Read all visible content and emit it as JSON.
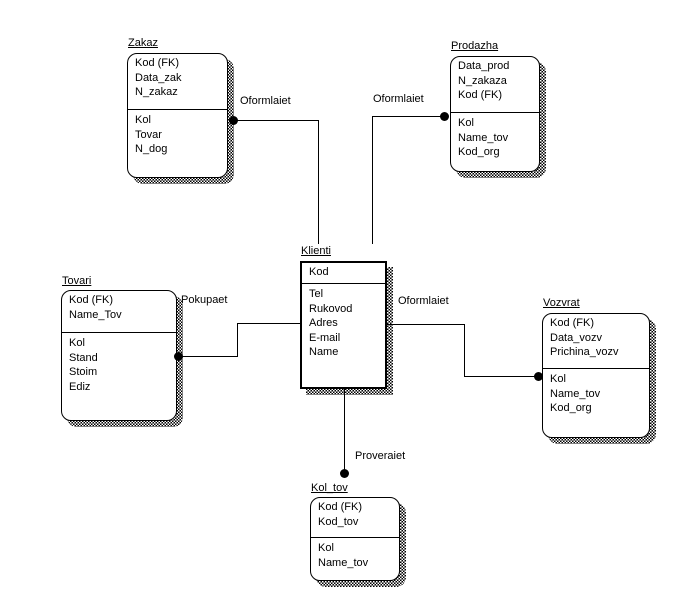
{
  "diagram": {
    "background": "#ffffff",
    "line_color": "#000000",
    "text_color": "#000000",
    "notation": "entity-relationship"
  },
  "entities": [
    {
      "title": "Zakaz",
      "top_attrs": [
        "Kod (FK)",
        "Data_zak",
        "N_zakaz"
      ],
      "bottom_attrs": [
        "Kol",
        "Tovar",
        "N_dog"
      ]
    },
    {
      "title": "Prodazha",
      "top_attrs": [
        "Data_prod",
        "N_zakaza",
        "Kod (FK)"
      ],
      "bottom_attrs": [
        "Kol",
        "Name_tov",
        "Kod_org"
      ]
    },
    {
      "title": "Klienti",
      "top_attrs": [
        "Kod"
      ],
      "bottom_attrs": [
        "Tel",
        "Rukovod",
        "Adres",
        "E-mail",
        "Name"
      ]
    },
    {
      "title": "Tovari",
      "top_attrs": [
        "Kod (FK)",
        "Name_Tov"
      ],
      "bottom_attrs": [
        "Kol",
        "Stand",
        "Stoim",
        "Ediz"
      ]
    },
    {
      "title": "Vozvrat",
      "top_attrs": [
        "Kod (FK)",
        "Data_vozv",
        "Prichina_vozv"
      ],
      "bottom_attrs": [
        "Kol",
        "Name_tov",
        "Kod_org"
      ]
    },
    {
      "title": "Kol_tov",
      "top_attrs": [
        "Kod (FK)",
        "Kod_tov"
      ],
      "bottom_attrs": [
        "Kol",
        "Name_tov"
      ]
    }
  ],
  "relationships": [
    {
      "label": "Oformlaiet",
      "from": "Klienti",
      "to": "Zakaz"
    },
    {
      "label": "Oformlaiet",
      "from": "Klienti",
      "to": "Prodazha"
    },
    {
      "label": "Pokupaet",
      "from": "Klienti",
      "to": "Tovari"
    },
    {
      "label": "Oformlaiet",
      "from": "Klienti",
      "to": "Vozvrat"
    },
    {
      "label": "Proveraiet",
      "from": "Klienti",
      "to": "Kol_tov"
    }
  ]
}
